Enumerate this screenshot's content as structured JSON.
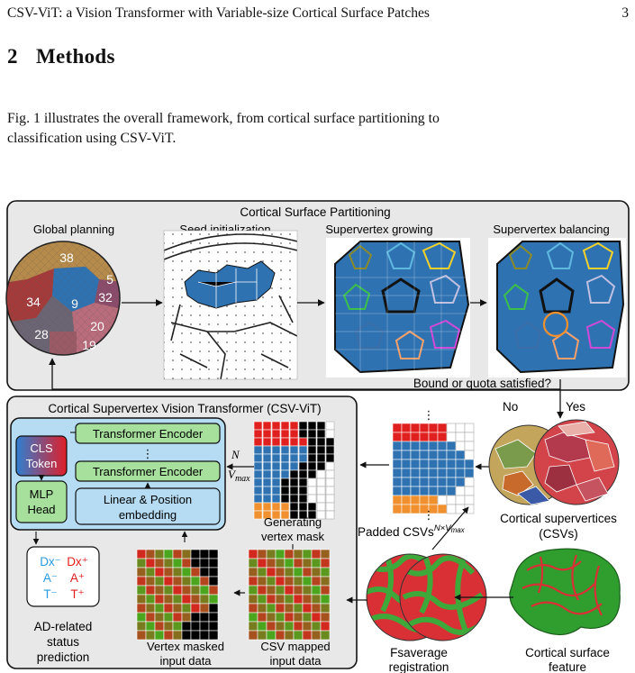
{
  "running_header": {
    "title": "CSV-ViT: a Vision Transformer with Variable-size Cortical Surface Patches",
    "page_number": "3"
  },
  "section": {
    "number": "2",
    "title": "Methods"
  },
  "paragraph": {
    "line1": "Fig. 1 illustrates the overall framework, from cortical surface partitioning to",
    "line2": "classification using CSV-ViT."
  },
  "figure": {
    "partitioning": {
      "title": "Cortical Surface Partitioning",
      "steps": [
        "Global planning",
        "Seed initialization",
        "Supervertex growing",
        "Supervertex balancing"
      ],
      "region_labels": [
        "38",
        "34",
        "9",
        "32",
        "5",
        "20",
        "28",
        "19"
      ],
      "loop_label": "Bound or quota satisfied?",
      "no": "No",
      "yes": "Yes"
    },
    "vit": {
      "title": "Cortical Supervertex Vision Transformer (CSV-ViT)",
      "encoder1": "Transformer Encoder",
      "encoder_dots": "⋮",
      "encoder2": "Transformer Encoder",
      "embedding_line1": "Linear & Position",
      "embedding_line2": "embedding",
      "cls_line1": "CLS",
      "cls_line2": "Token",
      "mlp_line1": "MLP",
      "mlp_line2": "Head",
      "n_label": "N",
      "vmax_label": "V",
      "vmax_sub": "max",
      "gen_mask_line1": "Generating",
      "gen_mask_line2": "vertex mask",
      "masked_line1": "Vertex masked",
      "masked_line2": "input data",
      "mapped_line1": "CSV mapped",
      "mapped_line2": "input data"
    },
    "right": {
      "padded_base": "Padded CSVs",
      "padded_sup": "N×V",
      "padded_supsub": "max",
      "csv_line1": "Cortical supervertices",
      "csv_line2": "(CSVs)",
      "fsavg_line1": "Fsaverage",
      "fsavg_line2": "registration",
      "feature_line1": "Cortical surface",
      "feature_line2": "feature"
    },
    "output": {
      "dx_minus": "Dx⁻",
      "dx_plus": "Dx⁺",
      "a_minus": "A⁻",
      "a_plus": "A⁺",
      "t_minus": "T⁻",
      "t_plus": "T⁺",
      "line1": "AD-related",
      "line2": "status",
      "line3": "prediction"
    },
    "colors": {
      "blue_patch": "#2f72b2",
      "panel_bg": "#e8e8e8",
      "module_bg": "#b5dcf2",
      "green_box": "#a6e09c",
      "red": "#e0201e",
      "orange": "#f0902e",
      "brain_red": "#d93036",
      "brain_green": "#3ea83a"
    }
  }
}
